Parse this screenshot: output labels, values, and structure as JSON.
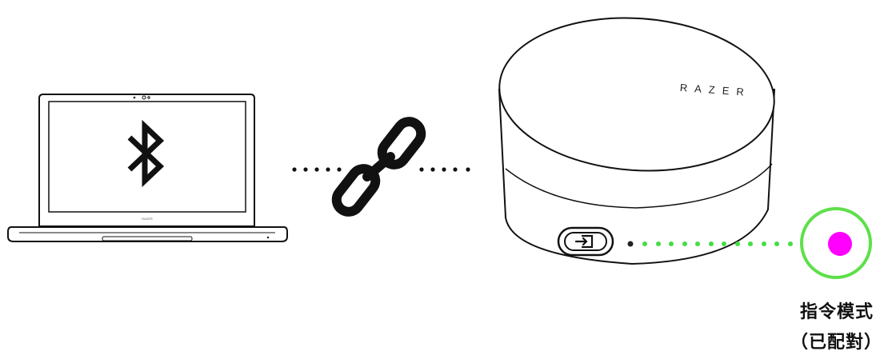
{
  "device": {
    "brand": "RAZER",
    "laptop_brand": "RAZER"
  },
  "indicator": {
    "color": "#ff00ff",
    "ring_color": "#5ee04a",
    "dot_color": "#44dd44"
  },
  "labels": {
    "mode": "指令模式",
    "status": "（已配對）"
  },
  "icons": {
    "laptop_screen": "bluetooth-icon",
    "connection": "link-icon",
    "button": "pairing-button-icon"
  }
}
